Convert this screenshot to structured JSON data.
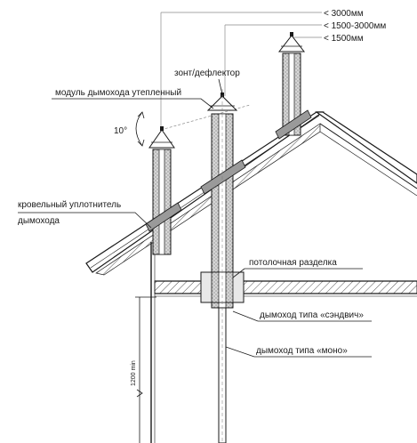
{
  "height_marks": {
    "h1": "< 3000мм",
    "h2": "< 1500-3000мм",
    "h3": "< 1500мм"
  },
  "labels": {
    "umbrella": "зонт/дефлектор",
    "insulated_module": "модуль дымохода утепленный",
    "angle": "10°",
    "roof_seal_line1": "кровельный уплотнитель",
    "roof_seal_line2": "дымохода",
    "ceiling_cut": "потолочная разделка",
    "sandwich_chimney": "дымоход типа «сэндвич»",
    "mono_chimney": "дымоход типа «моно»",
    "min_height": "1200 min"
  },
  "colors": {
    "line": "#1a1a1a",
    "hatch": "#6a6a6a",
    "insulation": "#cfcfcf",
    "dim": "#8a8a8a"
  }
}
